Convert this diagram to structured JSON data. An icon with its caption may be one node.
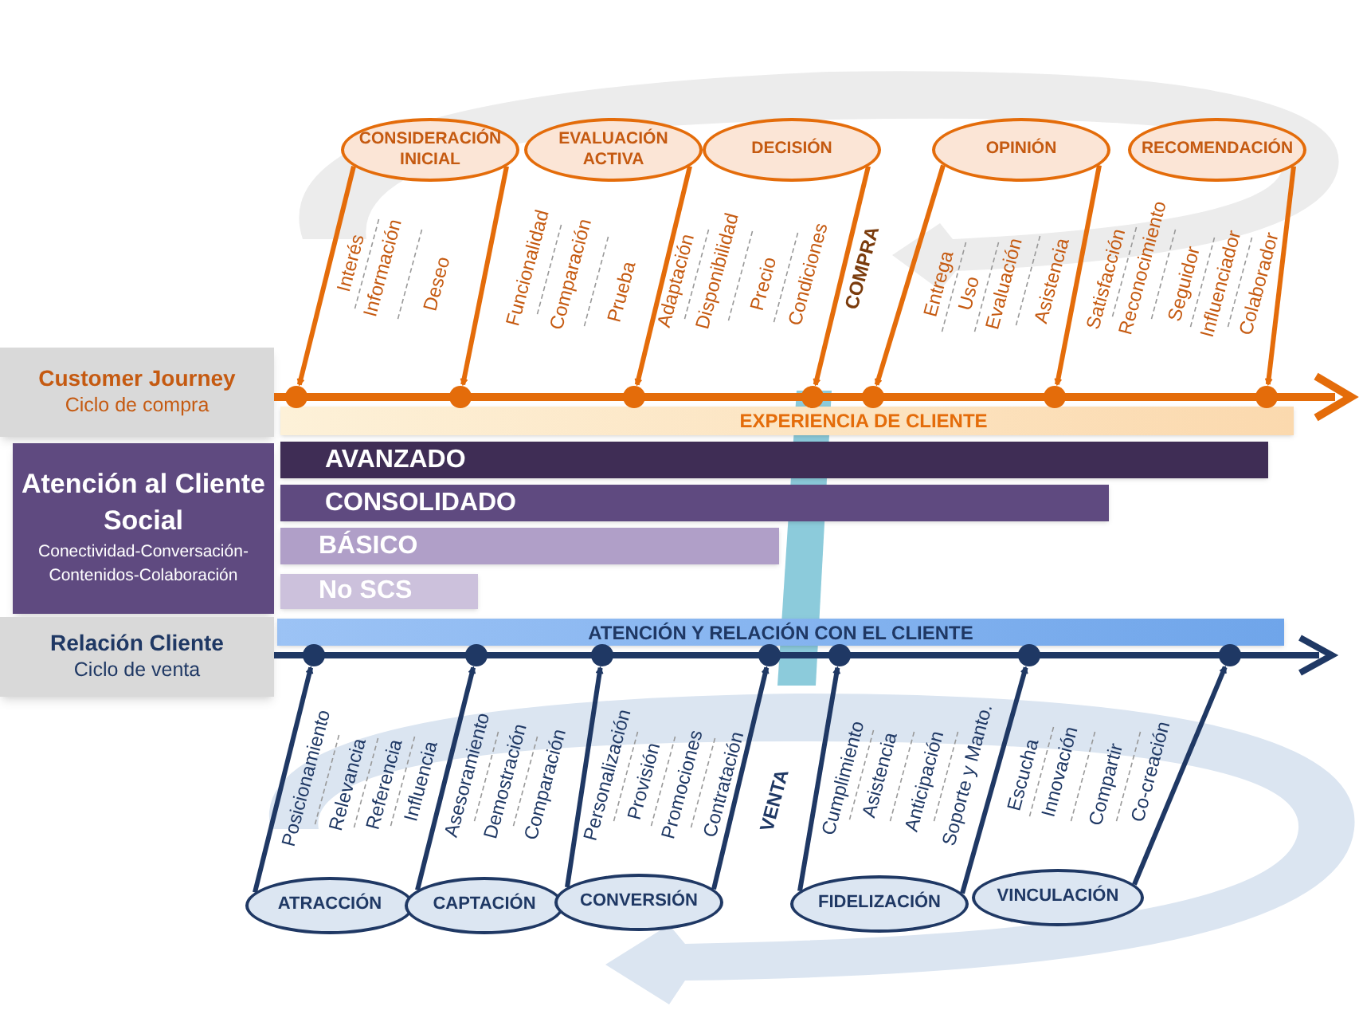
{
  "diagram": {
    "nodes": [
      {
        "text": [
          "CONSIDERACIÓN INICIAL"
        ]
      },
      {
        "text": [
          "EVALUACIÓN ACTIVA"
        ]
      },
      {
        "text": [
          "DECISIÓN"
        ]
      },
      {
        "text": [
          "OPINIÓN"
        ]
      },
      {
        "text": [
          "RECOMENDACIÓN"
        ]
      },
      {
        "text": [],
        "shape": "circle"
      },
      {
        "text": [],
        "shape": "circle"
      },
      {
        "text": [],
        "shape": "circle"
      },
      {
        "text": [],
        "shape": "circle"
      },
      {
        "text": [],
        "shape": "circle"
      },
      {
        "text": [],
        "shape": "circle"
      },
      {
        "text": [],
        "shape": "circle"
      },
      {
        "text": [
          "Customer Journey",
          "Ciclo de compra"
        ]
      },
      {
        "text": [
          "EXPERIENCIA DE CLIENTE"
        ]
      },
      {
        "text": [
          "Atención al Cliente Social",
          "Conectividad-Conversación-Contenidos-Colaboración"
        ]
      },
      {
        "text": [
          "AVANZADO"
        ]
      },
      {
        "text": [
          "CONSOLIDADO"
        ]
      },
      {
        "text": [
          "BÁSICO"
        ]
      },
      {
        "text": [
          "No SCS"
        ]
      },
      {
        "text": [
          "Relación Cliente",
          "Ciclo de venta"
        ]
      },
      {
        "text": [
          "ATENCIÓN Y RELACIÓN CON EL CLIENTE"
        ]
      },
      {
        "text": [],
        "shape": "circle"
      },
      {
        "text": [],
        "shape": "circle"
      },
      {
        "text": [],
        "shape": "circle"
      },
      {
        "text": [],
        "shape": "circle"
      },
      {
        "text": [],
        "shape": "circle"
      },
      {
        "text": [],
        "shape": "circle"
      },
      {
        "text": [],
        "shape": "circle"
      },
      {
        "text": [
          "ATRACCIÓN"
        ]
      },
      {
        "text": [
          "CAPTACIÓN"
        ]
      },
      {
        "text": [
          "CONVERSIÓN"
        ]
      },
      {
        "text": [
          "FIDELIZACIÓN"
        ]
      },
      {
        "text": [
          "VINCULACIÓN"
        ]
      }
    ],
    "edges": [
      {
        "from": 0,
        "to": 5,
        "arrow": "to",
        "color": "#e46c0a"
      },
      {
        "from": 0,
        "to": 6,
        "arrow": "to",
        "color": "#e46c0a"
      },
      {
        "from": 1,
        "to": 7,
        "arrow": "to",
        "color": "#e46c0a"
      },
      {
        "from": 2,
        "to": 8,
        "arrow": "to",
        "color": "#e46c0a"
      },
      {
        "from": 3,
        "to": 9,
        "arrow": "to",
        "color": "#e46c0a"
      },
      {
        "from": 3,
        "to": 10,
        "arrow": "to",
        "color": "#e46c0a"
      },
      {
        "from": 4,
        "to": 11,
        "arrow": "to",
        "color": "#e46c0a"
      },
      {
        "from": 28,
        "to": 21,
        "arrow": "to",
        "color": "#1f3864"
      },
      {
        "from": 29,
        "to": 22,
        "arrow": "to",
        "color": "#1f3864"
      },
      {
        "from": 30,
        "to": 23,
        "arrow": "to",
        "color": "#1f3864"
      },
      {
        "from": 30,
        "to": 24,
        "arrow": "to",
        "color": "#1f3864"
      },
      {
        "from": 31,
        "to": 25,
        "arrow": "to",
        "color": "#1f3864"
      },
      {
        "from": 31,
        "to": 26,
        "arrow": "to",
        "color": "#1f3864"
      },
      {
        "from": 32,
        "to": 27,
        "arrow": "to",
        "color": "#1f3864"
      }
    ],
    "labels": [
      "Interés",
      "Información",
      "Deseo",
      "Funcionalidad",
      "Comparación",
      "Prueba",
      "Adaptación",
      "Disponibilidad",
      "Precio",
      "Condiciones",
      "COMPRA",
      "Entrega",
      "Uso",
      "Evaluación",
      "Asistencia",
      "Satisfacción",
      "Reconocimiento",
      "Seguidor",
      "Influenciador",
      "Colaborador",
      "Posicionamiento",
      "Relevancia",
      "Referencia",
      "Influencia",
      "Asesoramiento",
      "Demostración",
      "Comparación",
      "Personalización",
      "Provisión",
      "Promociones",
      "Contratación",
      "VENTA",
      "Cumplimiento",
      "Asistencia",
      "Anticipación",
      "Soporte y Manto.",
      "Escucha",
      "Innovación",
      "Compartir",
      "Co-creación"
    ]
  }
}
